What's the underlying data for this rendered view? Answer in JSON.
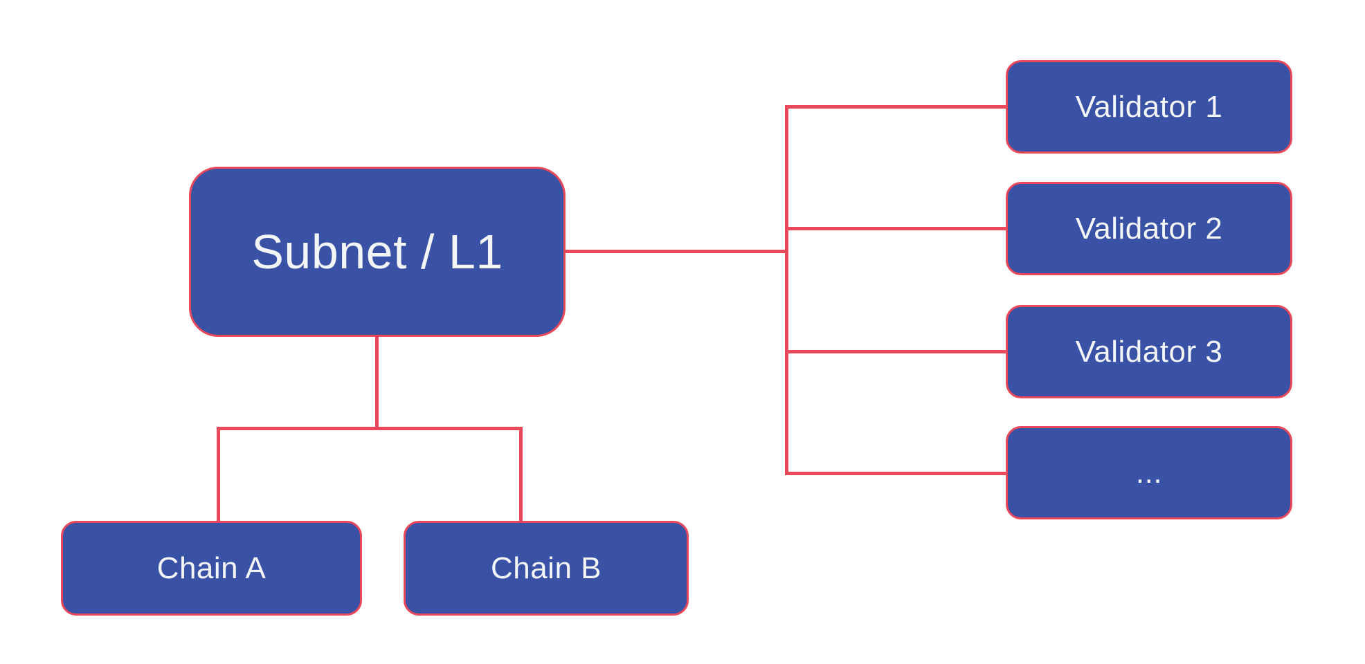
{
  "diagram": {
    "background": "#ffffff",
    "colors": {
      "node_fill": "#3a52a6",
      "node_border": "#e9485a",
      "connector": "#e9485a",
      "label_text": "#f4f5f7"
    },
    "nodes": {
      "subnet": {
        "label": "Subnet / L1"
      },
      "chain_a": {
        "label": "Chain A"
      },
      "chain_b": {
        "label": "Chain B"
      },
      "validators": [
        {
          "id": "validator-1",
          "label": "Validator 1"
        },
        {
          "id": "validator-2",
          "label": "Validator 2"
        },
        {
          "id": "validator-3",
          "label": "Validator 3"
        },
        {
          "id": "validator-more",
          "label": "..."
        }
      ]
    },
    "edges": [
      {
        "from": "subnet",
        "to": "validator-1"
      },
      {
        "from": "subnet",
        "to": "validator-2"
      },
      {
        "from": "subnet",
        "to": "validator-3"
      },
      {
        "from": "subnet",
        "to": "validator-more"
      },
      {
        "from": "subnet",
        "to": "chain_a"
      },
      {
        "from": "subnet",
        "to": "chain_b"
      }
    ]
  }
}
